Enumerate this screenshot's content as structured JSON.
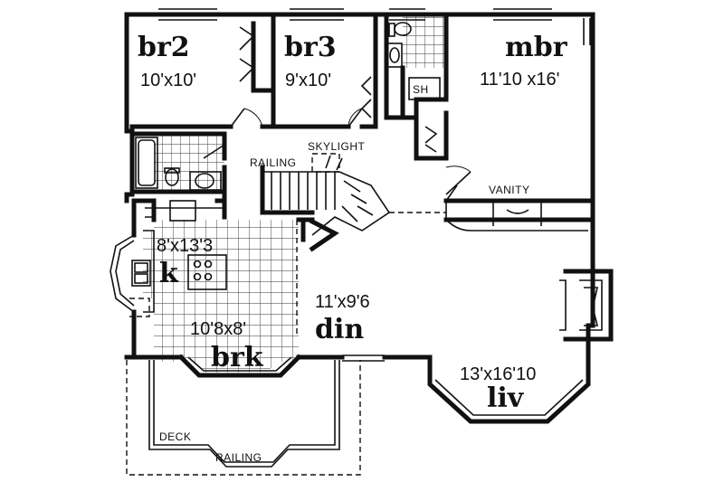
{
  "rooms": {
    "br2": {
      "name": "br2",
      "dim": "10'x10'"
    },
    "br3": {
      "name": "br3",
      "dim": "9'x10'"
    },
    "mbr": {
      "name": "mbr",
      "dim": "11'10 x16'"
    },
    "kitchen": {
      "name": "k",
      "dim": "8'x13'3"
    },
    "breakfast": {
      "name": "brk",
      "dim": "10'8x8'"
    },
    "dining": {
      "name": "din",
      "dim": "11'x9'6"
    },
    "living": {
      "name": "liv",
      "dim": "13'x16'10"
    }
  },
  "notes": {
    "skylight": "SKYLIGHT",
    "railing_stair": "RAILING",
    "vanity": "VANITY",
    "shower": "SH",
    "deck": "DECK",
    "railing_deck": "RAILING"
  }
}
